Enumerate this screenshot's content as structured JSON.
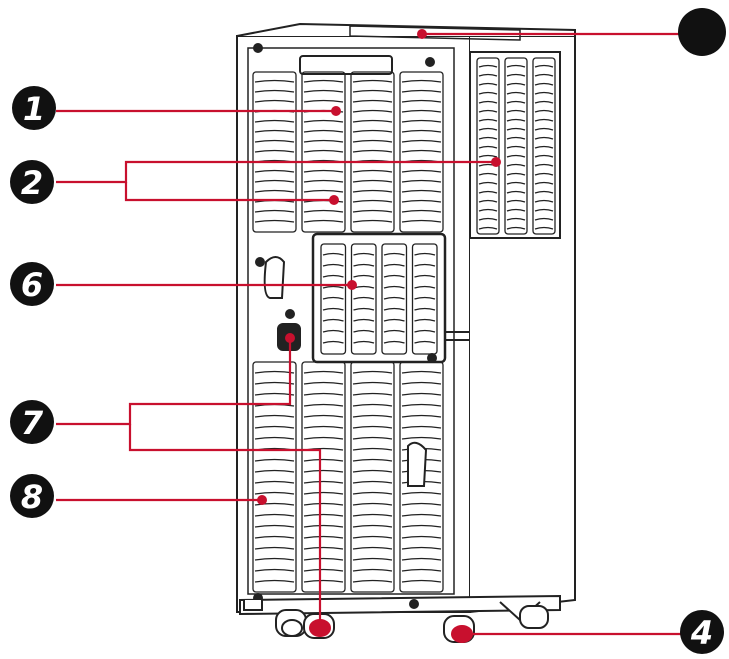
{
  "callouts": [
    {
      "id": "1",
      "label": "1"
    },
    {
      "id": "2",
      "label": "2"
    },
    {
      "id": "3",
      "label": ""
    },
    {
      "id": "4",
      "label": "4"
    },
    {
      "id": "6",
      "label": "6"
    },
    {
      "id": "7",
      "label": "7"
    },
    {
      "id": "8",
      "label": "8"
    }
  ],
  "colors": {
    "leader": "#c8102e",
    "badge": "#111111",
    "outline": "#222222",
    "fill": "#ffffff"
  },
  "icons": [
    "portable-air-conditioner-illustration"
  ]
}
